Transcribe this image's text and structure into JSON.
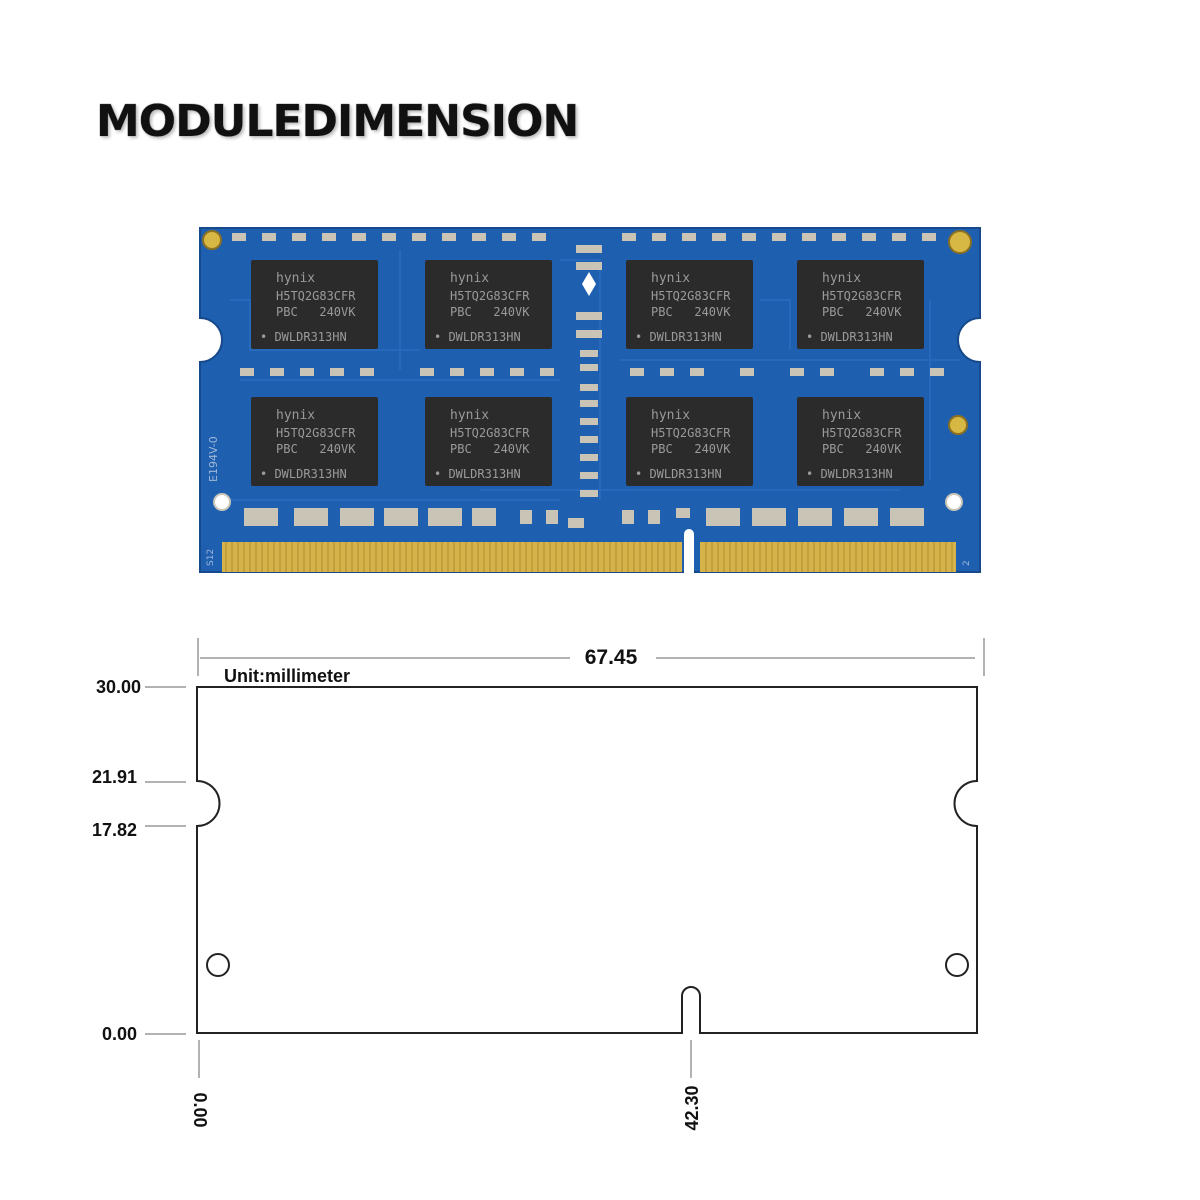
{
  "title": "MODULEDIMENSION",
  "module_photo": {
    "chip_lines": [
      "hynix",
      "H5TQ2G83CFR",
      "PBC   240VK",
      "• DWLDR313HN"
    ],
    "chip_count": 8,
    "side_mark": "E194V-0",
    "pin_label_left": "S12",
    "pin_label_right": "2",
    "colors": {
      "pcb": "#1f5fb0",
      "pcb_dark": "#184e94",
      "chip": "#2b2b2b",
      "gold": "#d6b24a"
    }
  },
  "drawing": {
    "unit_label": "Unit:millimeter",
    "width_label": "67.45",
    "y_labels": [
      "30.00",
      "21.91",
      "17.82",
      "0.00"
    ],
    "x_labels": [
      "0.00",
      "42.30"
    ]
  }
}
